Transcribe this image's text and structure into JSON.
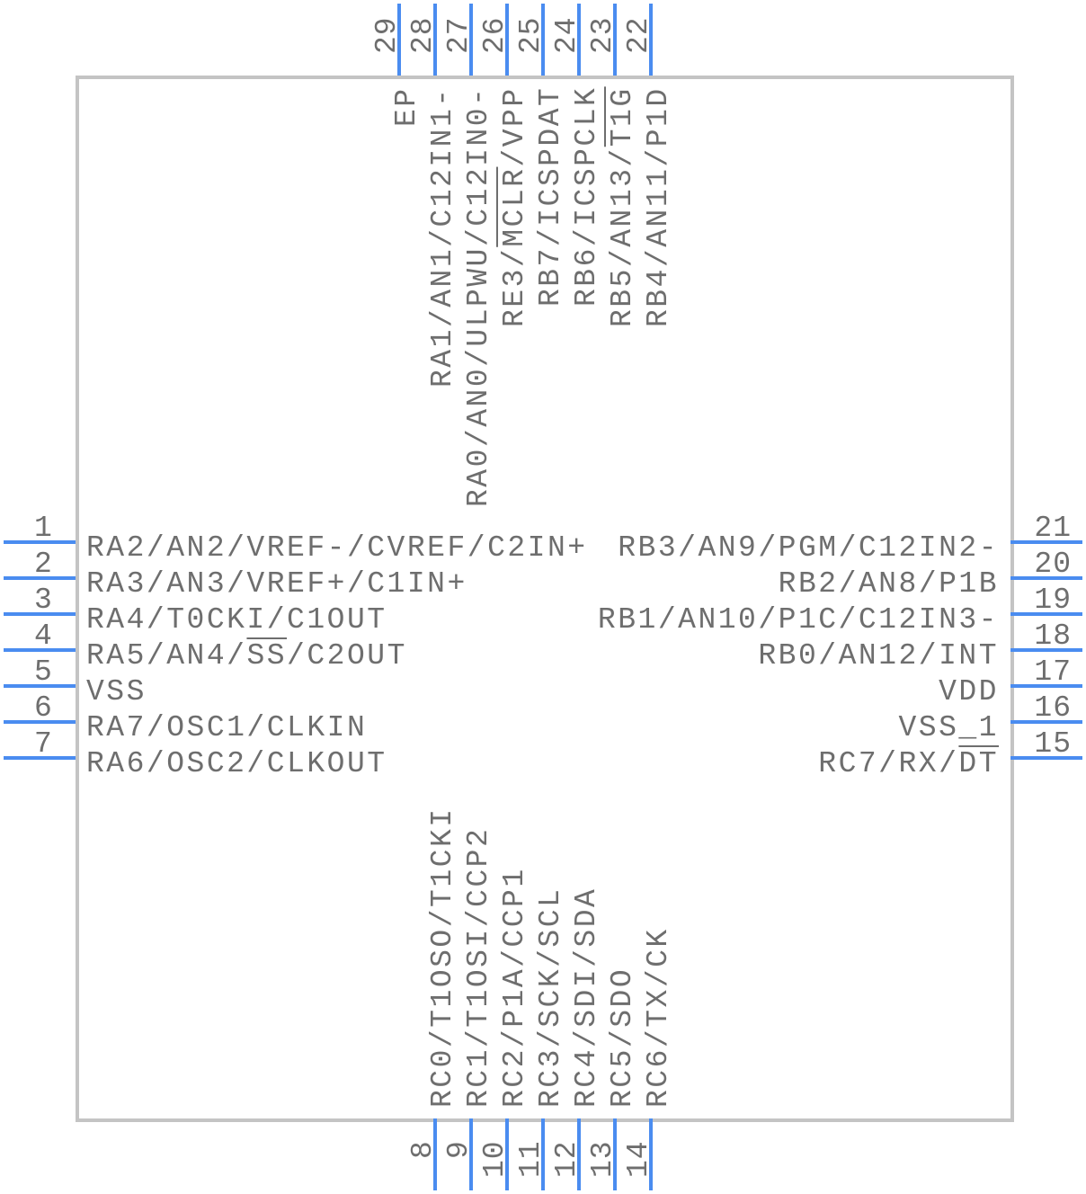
{
  "component": {
    "type": "IC schematic symbol",
    "pin_color": "#4a8cf0",
    "body_outline_color": "#c4c4c4",
    "text_color": "#6e6e6e"
  },
  "pins": {
    "left": [
      {
        "number": "1",
        "label": "RA2/AN2/VREF-/CVREF/C2IN+",
        "overline": ""
      },
      {
        "number": "2",
        "label": "RA3/AN3/VREF+/C1IN+",
        "overline": ""
      },
      {
        "number": "3",
        "label": "RA4/T0CKI/C1OUT",
        "overline": ""
      },
      {
        "number": "4",
        "label": "RA5/AN4/SS/C2OUT",
        "overline": "SS"
      },
      {
        "number": "5",
        "label": "VSS",
        "overline": ""
      },
      {
        "number": "6",
        "label": "RA7/OSC1/CLKIN",
        "overline": ""
      },
      {
        "number": "7",
        "label": "RA6/OSC2/CLKOUT",
        "overline": ""
      }
    ],
    "right": [
      {
        "number": "21",
        "label": "RB3/AN9/PGM/C12IN2-",
        "overline": ""
      },
      {
        "number": "20",
        "label": "RB2/AN8/P1B",
        "overline": ""
      },
      {
        "number": "19",
        "label": "RB1/AN10/P1C/C12IN3-",
        "overline": ""
      },
      {
        "number": "18",
        "label": "RB0/AN12/INT",
        "overline": ""
      },
      {
        "number": "17",
        "label": "VDD",
        "overline": ""
      },
      {
        "number": "16",
        "label": "VSS_1",
        "overline": ""
      },
      {
        "number": "15",
        "label": "RC7/RX/DT",
        "overline": "DT"
      }
    ],
    "top": [
      {
        "number": "29",
        "label": "EP",
        "overline": ""
      },
      {
        "number": "28",
        "label": "RA1/AN1/C12IN1-",
        "overline": ""
      },
      {
        "number": "27",
        "label": "RA0/AN0/ULPWU/C12IN0-",
        "overline": ""
      },
      {
        "number": "26",
        "label": "RE3/MCLR/VPP",
        "overline": "MCLR"
      },
      {
        "number": "25",
        "label": "RB7/ICSPDAT",
        "overline": ""
      },
      {
        "number": "24",
        "label": "RB6/ICSPCLK",
        "overline": ""
      },
      {
        "number": "23",
        "label": "RB5/AN13/T1G",
        "overline": "T1G"
      },
      {
        "number": "22",
        "label": "RB4/AN11/P1D",
        "overline": ""
      }
    ],
    "bottom": [
      {
        "number": "8",
        "label": "RC0/T1OSO/T1CKI",
        "overline": ""
      },
      {
        "number": "9",
        "label": "RC1/T1OSI/CCP2",
        "overline": ""
      },
      {
        "number": "10",
        "label": "RC2/P1A/CCP1",
        "overline": ""
      },
      {
        "number": "11",
        "label": "RC3/SCK/SCL",
        "overline": ""
      },
      {
        "number": "12",
        "label": "RC4/SDI/SDA",
        "overline": ""
      },
      {
        "number": "13",
        "label": "RC5/SDO",
        "overline": ""
      },
      {
        "number": "14",
        "label": "RC6/TX/CK",
        "overline": ""
      }
    ]
  }
}
